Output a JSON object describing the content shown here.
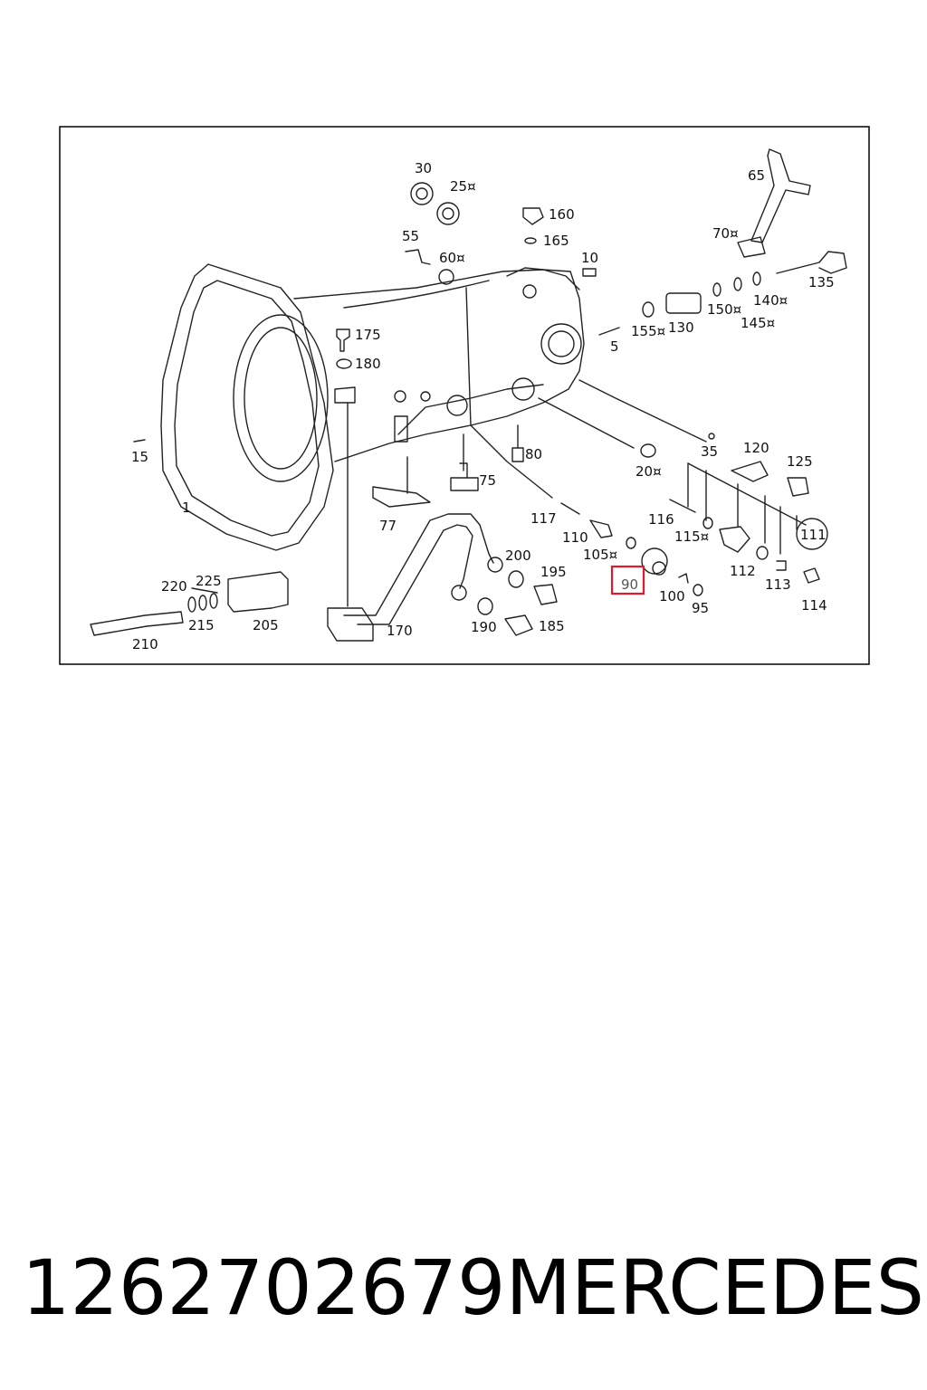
{
  "diagram": {
    "labels": {
      "l1": "1",
      "l5": "5",
      "l10": "10",
      "l15": "15",
      "l20": "20¤",
      "l25": "25¤",
      "l30": "30",
      "l35": "35",
      "l55": "55",
      "l60": "60¤",
      "l65": "65",
      "l70": "70¤",
      "l75": "75",
      "l77": "77",
      "l80": "80",
      "l90": "90",
      "l95": "95",
      "l100": "100",
      "l105": "105¤",
      "l110": "110",
      "l111": "111",
      "l112": "112",
      "l113": "113",
      "l114": "114",
      "l115": "115¤",
      "l116": "116",
      "l117": "117",
      "l120": "120",
      "l125": "125",
      "l130": "130",
      "l135": "135",
      "l140": "140¤",
      "l145": "145¤",
      "l150": "150¤",
      "l155": "155¤",
      "l160": "160",
      "l165": "165",
      "l170": "170",
      "l175": "175",
      "l180": "180",
      "l185": "185",
      "l190": "190",
      "l195": "195",
      "l200": "200",
      "l205": "205",
      "l210": "210",
      "l215": "215",
      "l220": "220",
      "l225": "225"
    },
    "highlight_color": "#e0192c"
  },
  "footer": {
    "part_number": "1262702679",
    "brand": "MERCEDES"
  }
}
